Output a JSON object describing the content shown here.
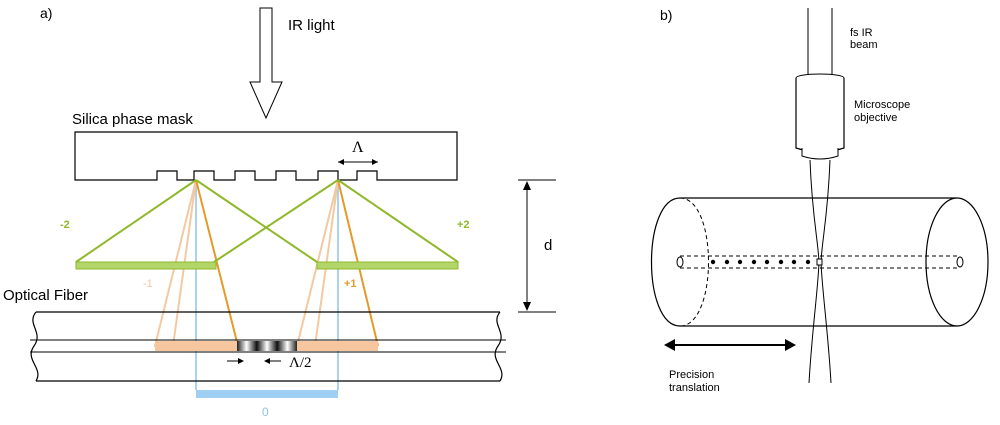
{
  "panel_a": {
    "label": "a)",
    "ir_light": "IR light",
    "phase_mask": "Silica phase mask",
    "lambda": "Λ",
    "order_minus2": "-2",
    "order_plus2": "+2",
    "order_minus1": "-1",
    "order_plus1": "+1",
    "order_zero": "0",
    "distance": "d",
    "optical_fiber": "Optical Fiber",
    "half_lambda": "Λ/2",
    "colors": {
      "green": "#8fb82a",
      "green_fill": "#b3d66a",
      "orange": "#e49a2a",
      "peach": "#f3c9a2",
      "peach_fill": "#f6c79e",
      "blue": "#8fc4ec",
      "blue_fill": "#9fd0f3"
    }
  },
  "panel_b": {
    "label": "b)",
    "beam_line1": "fs IR",
    "beam_line2": "beam",
    "objective_line1": "Microscope",
    "objective_line2": "objective",
    "translation_line1": "Precision",
    "translation_line2": "translation"
  }
}
